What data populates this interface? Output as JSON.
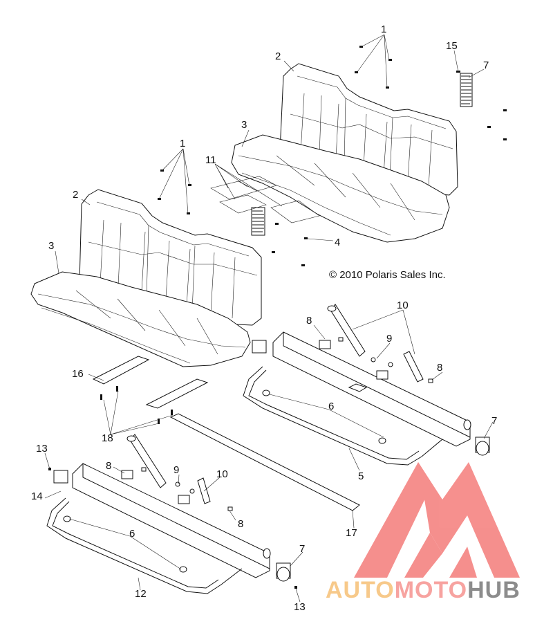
{
  "copyright": "© 2010 Polaris Sales Inc.",
  "watermark": {
    "auto": "AUTO",
    "moto": "MOTO",
    "hub": "HUB",
    "color_auto": "#f7c98a",
    "color_moto": "#f7a3a0",
    "color_hub": "#8c8c8c",
    "logo_color": "#f47c7a"
  },
  "callouts": [
    "1",
    "1",
    "2",
    "2",
    "3",
    "3",
    "4",
    "5",
    "6",
    "6",
    "7",
    "7",
    "7",
    "8",
    "8",
    "8",
    "8",
    "9",
    "9",
    "10",
    "10",
    "11",
    "12",
    "13",
    "13",
    "14",
    "15",
    "16",
    "17",
    "18"
  ]
}
